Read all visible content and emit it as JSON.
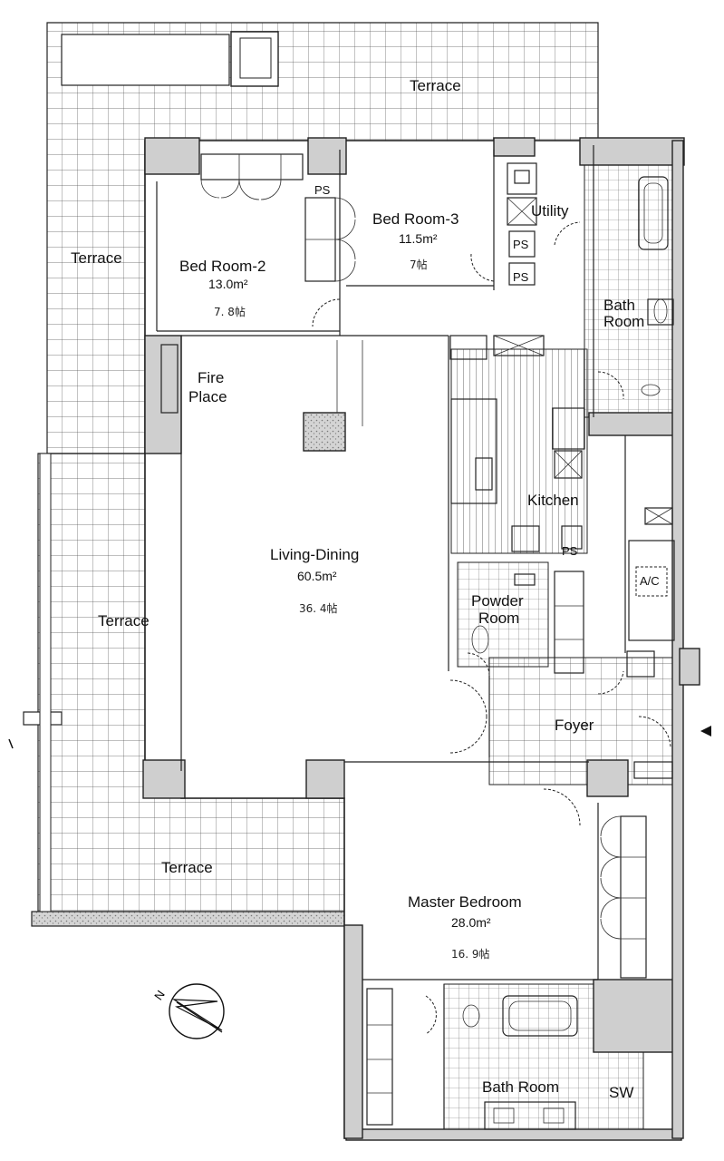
{
  "rooms": {
    "terrace_top": {
      "name": "Terrace"
    },
    "terrace_left_upper": {
      "name": "Terrace"
    },
    "terrace_left_lower": {
      "name": "Terrace"
    },
    "terrace_bottom": {
      "name": "Terrace"
    },
    "bed_room_2": {
      "name": "Bed Room-2",
      "area": "13.0m²",
      "jo": "7. 8帖"
    },
    "bed_room_3": {
      "name": "Bed Room-3",
      "area": "11.5m²",
      "jo": "7帖"
    },
    "living_dining": {
      "name": "Living-Dining",
      "area": "60.5m²",
      "jo": "36. 4帖"
    },
    "master_bedroom": {
      "name": "Master  Bedroom",
      "area": "28.0m²",
      "jo": "16. 9帖"
    },
    "fire_place": {
      "line1": "Fire",
      "line2": "Place"
    },
    "utility": {
      "name": "Utility"
    },
    "bath_room_upper": {
      "line1": "Bath",
      "line2": "Room"
    },
    "kitchen": {
      "name": "Kitchen"
    },
    "powder_room": {
      "line1": "Powder",
      "line2": "Room"
    },
    "foyer": {
      "name": "Foyer"
    },
    "bath_room_lower": {
      "name": "Bath Room"
    },
    "sw": {
      "name": "SW"
    },
    "ac": {
      "name": "A/C"
    }
  },
  "labels": {
    "ps": "PS",
    "north": "N"
  }
}
